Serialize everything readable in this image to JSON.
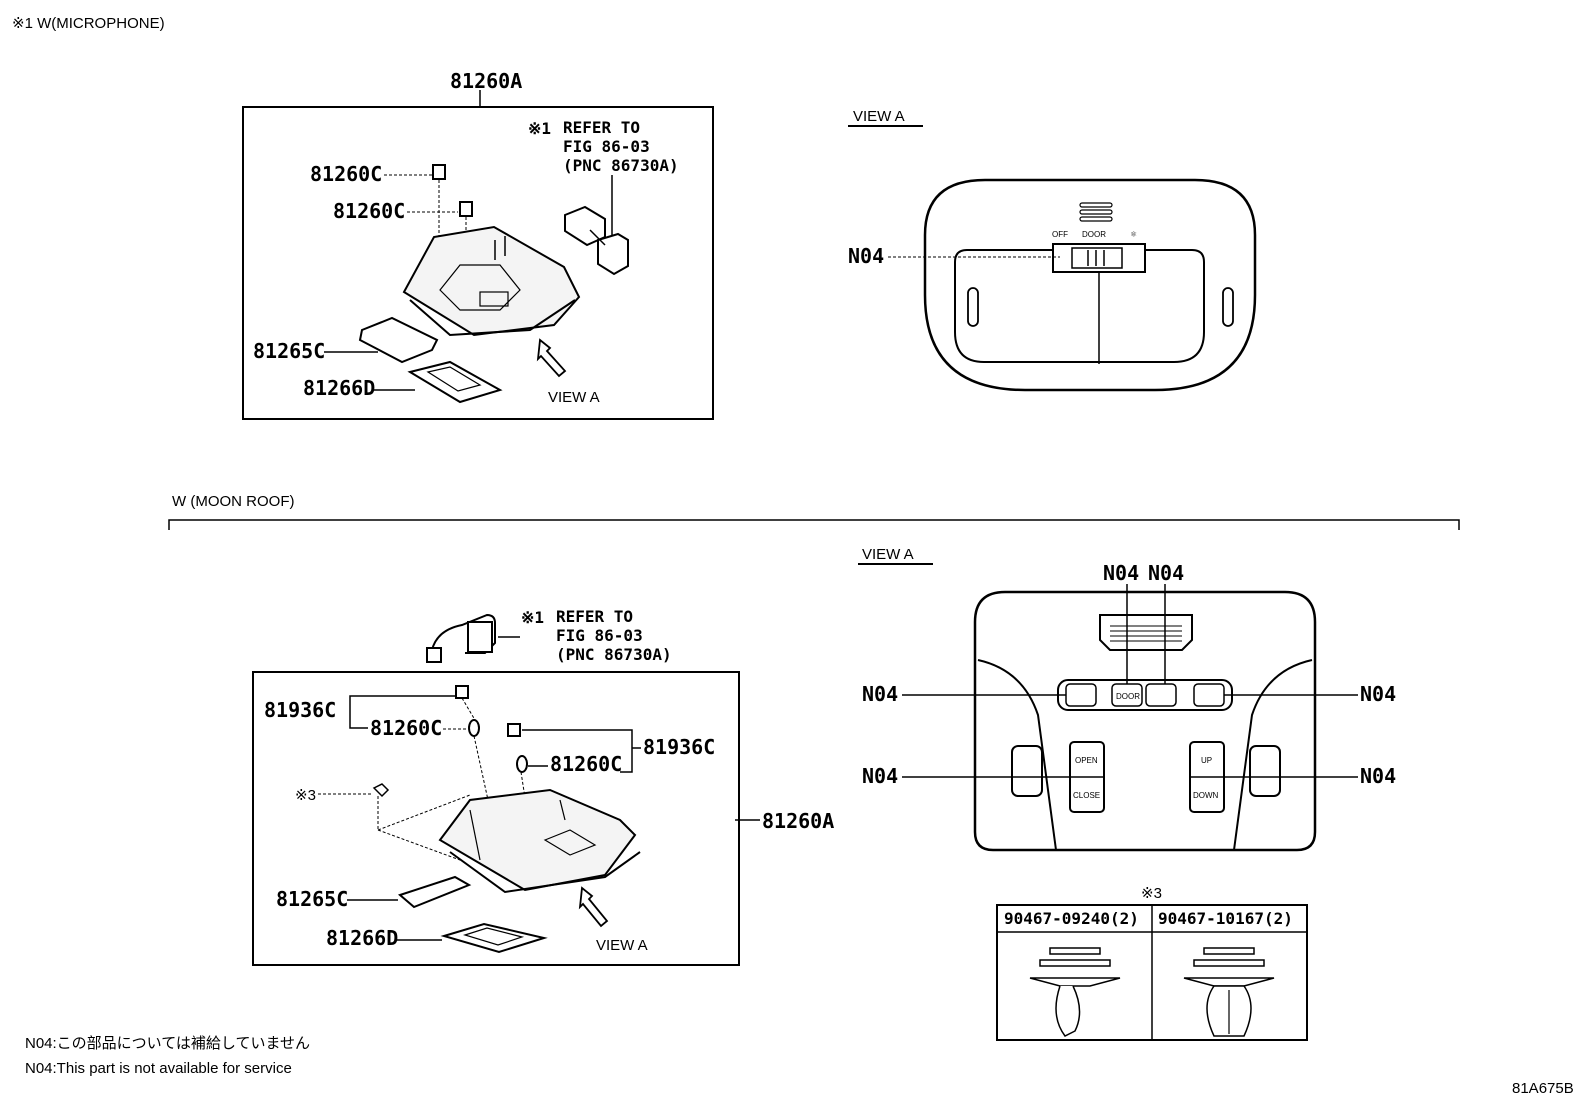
{
  "top_header": "※1  W(MICROPHONE)",
  "section1": {
    "assembly_label": "81260A",
    "ref_mark": "※1",
    "ref_lines": [
      "REFER TO",
      "FIG 86-03",
      "(PNC 86730A)"
    ],
    "parts": [
      "81260C",
      "81260C",
      "81265C",
      "81266D"
    ],
    "view_arrow_label": "VIEW A"
  },
  "view_a1": {
    "title": "VIEW A",
    "callout": "N04",
    "switch_labels": [
      "OFF",
      "DOOR",
      "⚛"
    ]
  },
  "section2": {
    "header": "W (MOON ROOF)",
    "assembly_label": "81260A",
    "ref_mark": "※1",
    "ref_lines": [
      "REFER TO",
      "FIG 86-03",
      "(PNC 86730A)"
    ],
    "parts_left": [
      "81936C",
      "81260C"
    ],
    "parts_right": [
      "81936C",
      "81260C"
    ],
    "clip_mark": "※3",
    "lens": "81265C",
    "cover": "81266D",
    "view_arrow_label": "VIEW A"
  },
  "view_a2": {
    "title": "VIEW A",
    "callouts_top": [
      "N04",
      "N04"
    ],
    "callouts_left": [
      "N04",
      "N04"
    ],
    "callouts_right": [
      "N04",
      "N04"
    ],
    "button_labels": [
      "DOOR",
      "OPEN",
      "CLOSE",
      "UP",
      "DOWN"
    ]
  },
  "clip_table": {
    "title": "※3",
    "columns": [
      "90467-09240(2)",
      "90467-10167(2)"
    ]
  },
  "notes": [
    "N04:この部品については補給していません",
    "N04:This part is not available for service"
  ],
  "figure_code": "81A675B"
}
